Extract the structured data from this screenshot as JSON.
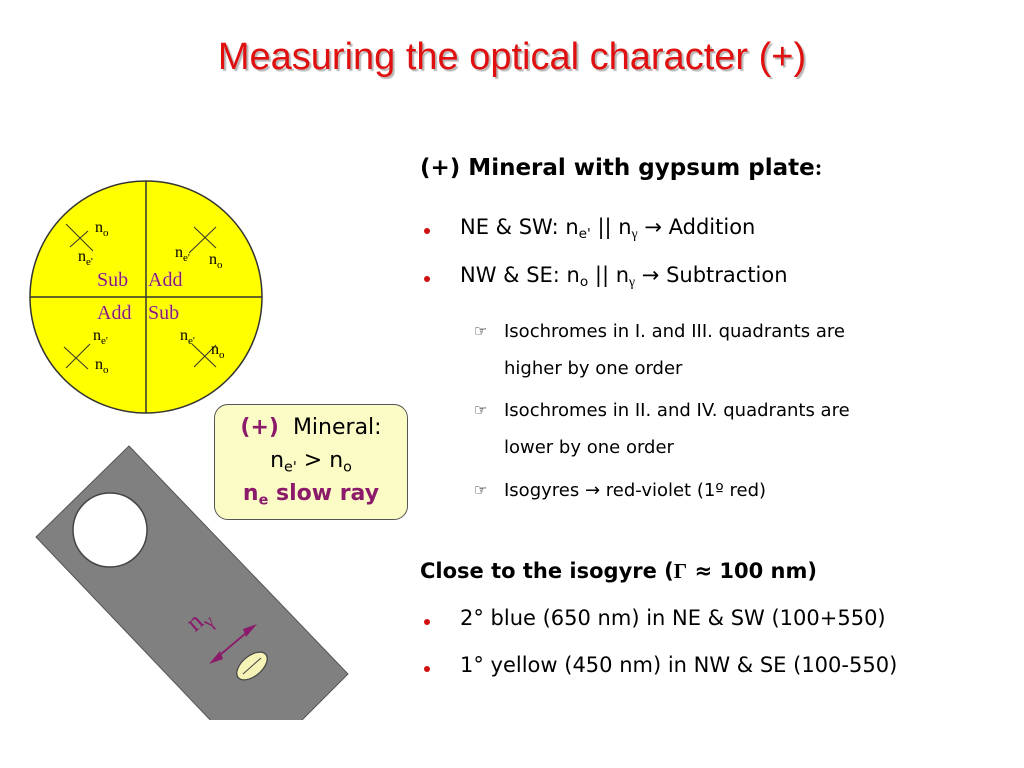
{
  "title": "Measuring the optical character (+)",
  "diagram": {
    "quadrant_labels": {
      "top_left_n_o": "o",
      "n": "n",
      "e_prime": "e'",
      "sub1": "Sub",
      "add1": "Add",
      "add2": "Add",
      "sub2": "Sub"
    },
    "plate_label_n": "n",
    "plate_label_gamma": "γ"
  },
  "mineral_box": {
    "sign": "(+)",
    "word": "Mineral:",
    "n": "n",
    "e_prime": "e'",
    "gt": "> n",
    "o": "o",
    "slow_n": "n",
    "slow_e": "e",
    "slow_ray": "slow ray"
  },
  "section1": {
    "heading": "(+) Mineral with gypsum plate",
    "heading_colon": ":",
    "bullet1_prefix": "NE & SW: n",
    "bullet1_sub1": "e'",
    "bullet1_mid": "|| n",
    "bullet1_sub2": "γ",
    "bullet1_arrow": "→",
    "bullet1_suffix": "Addition",
    "bullet2_prefix": "NW & SE: n",
    "bullet2_sub1": "o",
    "bullet2_mid": "|| n",
    "bullet2_sub2": "γ",
    "bullet2_arrow": "→",
    "bullet2_suffix": "Subtraction",
    "sub1_line1": "Isochromes in I. and III. quadrants are",
    "sub1_line2": "higher by one order",
    "sub2_line1": "Isochromes in II. and IV. quadrants are",
    "sub2_line2": "lower by one order",
    "sub3_prefix": "Isogyres",
    "sub3_arrow": "→",
    "sub3_suffix": "red-violet (1º red)"
  },
  "section2": {
    "heading_prefix": "Close to the isogyre (",
    "heading_gamma": "Γ",
    "heading_suffix": "≈ 100 nm)",
    "bullet1": "2° blue (650 nm) in NE & SW (100+550)",
    "bullet2": "1° yellow (450 nm) in NW & SE (100-550)"
  },
  "colors": {
    "title": "#e01010",
    "circle_fill": "#ffff00",
    "plate_fill": "#808080",
    "label_purple": "#8b1a6b",
    "box_fill": "#fbfbc6",
    "bullet_dot": "#d01010"
  },
  "icons": [
    "pointing-hand-icon",
    "right-arrow-icon",
    "double-arrow-icon"
  ]
}
